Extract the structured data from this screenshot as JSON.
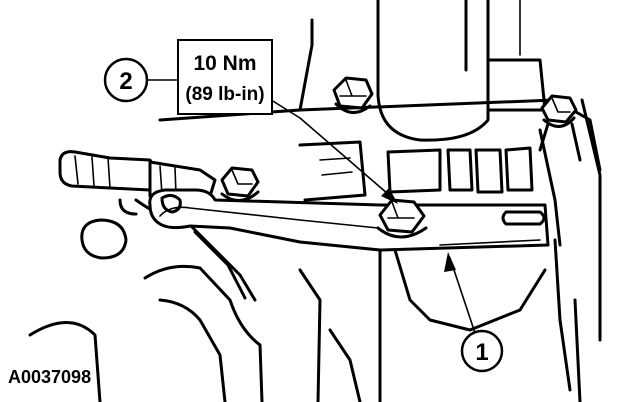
{
  "figure_id": "A0037098",
  "callouts": [
    {
      "number": "1"
    },
    {
      "number": "2",
      "torque_line1": "10 Nm",
      "torque_line2": "(89 lb-in)"
    }
  ]
}
